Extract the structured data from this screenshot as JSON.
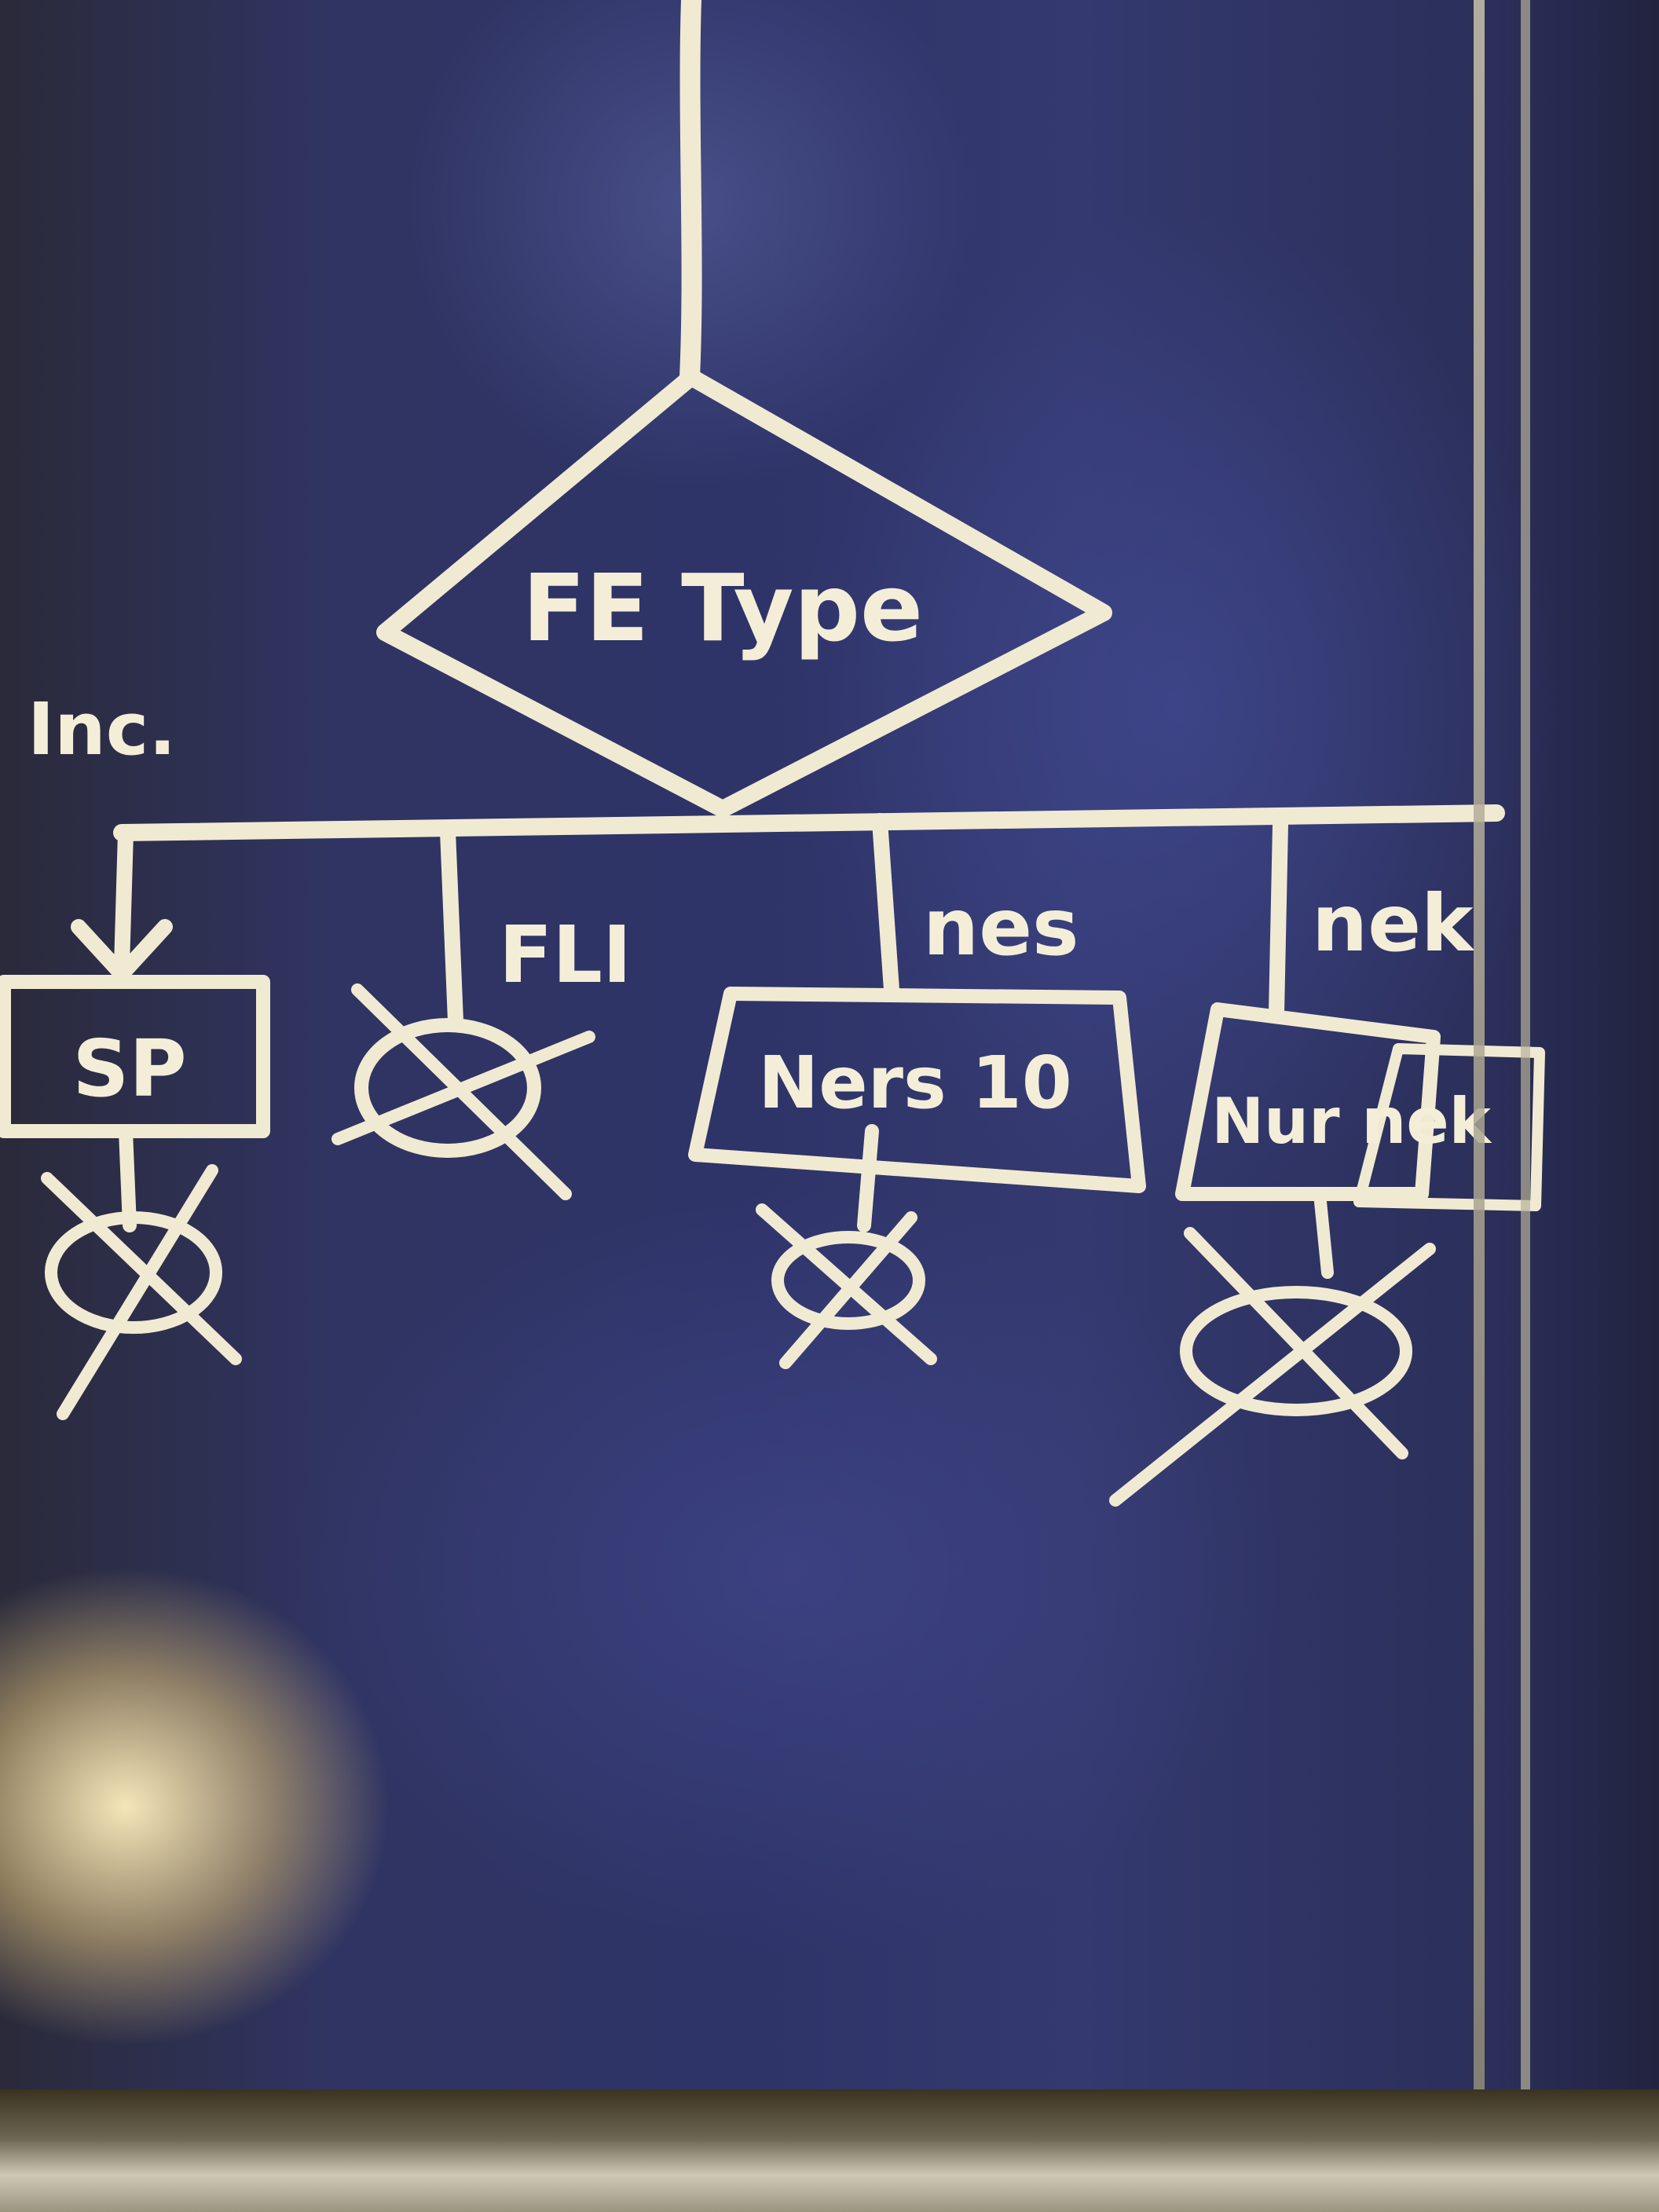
{
  "diagram": {
    "decision_label": "FE Type",
    "side_note": "Inc.",
    "branches": [
      {
        "edge_label": "",
        "node_label": "SP"
      },
      {
        "edge_label": "FLI",
        "node_label": ""
      },
      {
        "edge_label": "nes",
        "node_label": "Ners 10"
      },
      {
        "edge_label": "nek",
        "node_label": "Nur nek"
      }
    ]
  }
}
